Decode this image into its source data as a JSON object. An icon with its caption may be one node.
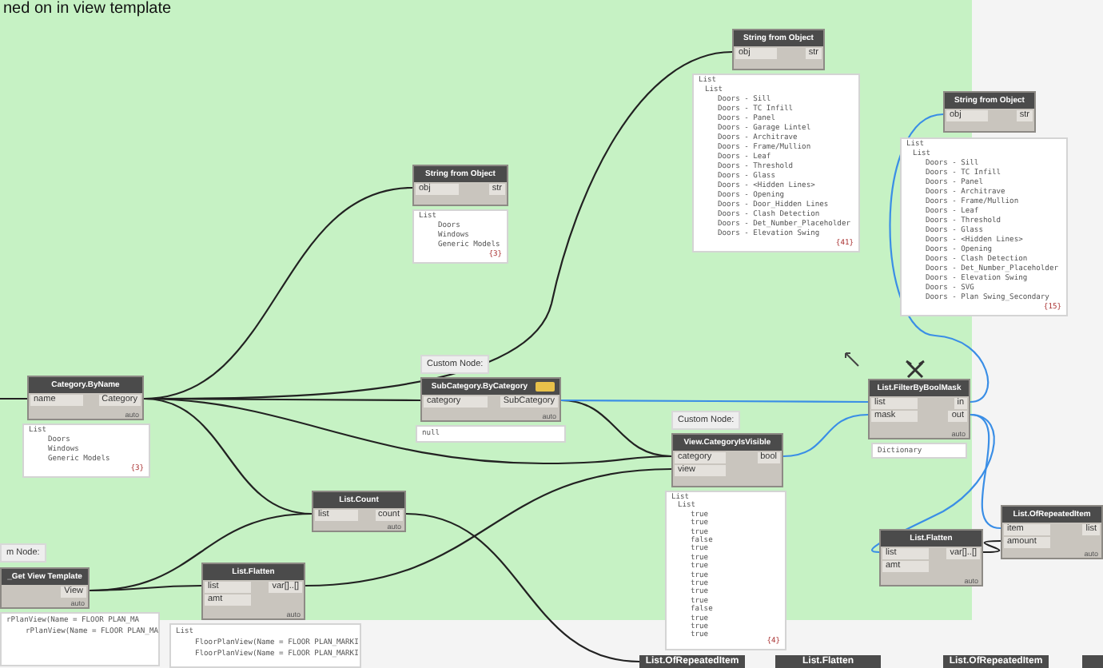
{
  "diagram": {
    "title": "ned on in view template",
    "nodes": [
      {
        "text": [
          "Category.ByName",
          "name",
          "Category",
          "auto"
        ]
      },
      {
        "text": [
          "List",
          "Doors",
          "Windows",
          "Generic Models",
          "{3}"
        ]
      },
      {
        "text": [
          "SubCategory.ByCategory",
          "category",
          "SubCategory",
          "auto"
        ],
        "beside": [
          "Custom Node:"
        ]
      },
      {
        "text": [
          "null"
        ]
      },
      {
        "text": [
          "String from Object",
          "obj",
          "str"
        ]
      },
      {
        "text": [
          "List",
          "Doors",
          "Windows",
          "Generic Models",
          "{3}"
        ]
      },
      {
        "text": [
          "String from Object",
          "obj",
          "str"
        ]
      },
      {
        "text": [
          "List",
          "List",
          "Doors - Sill",
          "Doors - TC Infill",
          "Doors - Panel",
          "Doors - Garage Lintel",
          "Doors - Architrave",
          "Doors - Frame/Mullion",
          "Doors - Leaf",
          "Doors - Threshold",
          "Doors - Glass",
          "Doors - <Hidden Lines>",
          "Doors - Opening",
          "Doors - Door_Hidden Lines",
          "Doors - Clash Detection",
          "Doors - Det_Number_Placeholder",
          "Doors - Elevation Swing",
          "{41}"
        ]
      },
      {
        "text": [
          "String from Object",
          "obj",
          "str"
        ]
      },
      {
        "text": [
          "List",
          "List",
          "Doors - Sill",
          "Doors - TC Infill",
          "Doors - Panel",
          "Doors - Architrave",
          "Doors - Frame/Mullion",
          "Doors - Leaf",
          "Doors - Threshold",
          "Doors - Glass",
          "Doors - <Hidden Lines>",
          "Doors - Opening",
          "Doors - Clash Detection",
          "Doors - Det_Number_Placeholder",
          "Doors - Elevation Swing",
          "Doors - SVG",
          "Doors - Plan Swing_Secondary",
          "{15}"
        ]
      },
      {
        "text": [
          "View.CategoryIsVisible",
          "category",
          "view",
          "bool"
        ],
        "beside": [
          "Custom Node:"
        ]
      },
      {
        "text": [
          "List",
          "List",
          "true",
          "true",
          "true",
          "false",
          "true",
          "true",
          "true",
          "true",
          "true",
          "true",
          "true",
          "false",
          "true",
          "true",
          "true",
          "{4}"
        ]
      },
      {
        "text": [
          "List.FilterByBoolMask",
          "list",
          "mask",
          "in",
          "out",
          "auto"
        ]
      },
      {
        "text": [
          "Dictionary"
        ]
      },
      {
        "text": [
          "List.Count",
          "list",
          "count",
          "auto"
        ]
      },
      {
        "text": [
          "_Get View Template",
          "View",
          "auto"
        ],
        "beside": [
          "m Node:"
        ]
      },
      {
        "text": [
          "rPlanView(Name = FLOOR PLAN_MA",
          "rPlanView(Name = FLOOR PLAN_MA"
        ]
      },
      {
        "text": [
          "List.Flatten",
          "list",
          "amt",
          "var[]..[]",
          "auto"
        ]
      },
      {
        "text": [
          "List",
          "FloorPlanView(Name = FLOOR PLAN_MARKI",
          "FloorPlanView(Name = FLOOR PLAN_MARKI"
        ]
      },
      {
        "text": [
          "List.Flatten",
          "list",
          "amt",
          "var[]..[]",
          "auto"
        ]
      },
      {
        "text": [
          "List.OfRepeatedItem",
          "item",
          "amount",
          "list",
          "auto"
        ]
      },
      {
        "text": [
          "List.OfRepeatedItem"
        ]
      },
      {
        "text": [
          "List.Flatten"
        ]
      },
      {
        "text": [
          "List.OfRepeatedItem"
        ]
      },
      {
        "text": [],
        "shape": "box"
      }
    ],
    "edges": [
      {
        "from": null,
        "to": 0,
        "arrow": "none"
      },
      {
        "from": 0,
        "to": 4,
        "arrow": "none"
      },
      {
        "from": 0,
        "to": 6,
        "arrow": "none"
      },
      {
        "from": 0,
        "to": 2,
        "arrow": "none"
      },
      {
        "from": 0,
        "to": 10,
        "arrow": "none"
      },
      {
        "from": 0,
        "to": 14,
        "arrow": "none"
      },
      {
        "from": 2,
        "to": 10,
        "arrow": "none"
      },
      {
        "from": 2,
        "to": 12,
        "arrow": "none",
        "color": "#3a8ee6"
      },
      {
        "from": 10,
        "to": 12,
        "arrow": "none",
        "color": "#3a8ee6"
      },
      {
        "from": 12,
        "to": 8,
        "arrow": "none",
        "color": "#3a8ee6"
      },
      {
        "from": 12,
        "to": 19,
        "arrow": "none",
        "color": "#3a8ee6"
      },
      {
        "from": 12,
        "to": 20,
        "arrow": "none",
        "color": "#3a8ee6"
      },
      {
        "from": 15,
        "to": 17,
        "arrow": "none"
      },
      {
        "from": 15,
        "to": 14,
        "arrow": "none"
      },
      {
        "from": 17,
        "to": 10,
        "arrow": "none"
      },
      {
        "from": 19,
        "to": 20,
        "arrow": "none"
      },
      {
        "from": 14,
        "to": 21,
        "arrow": "none"
      }
    ]
  }
}
